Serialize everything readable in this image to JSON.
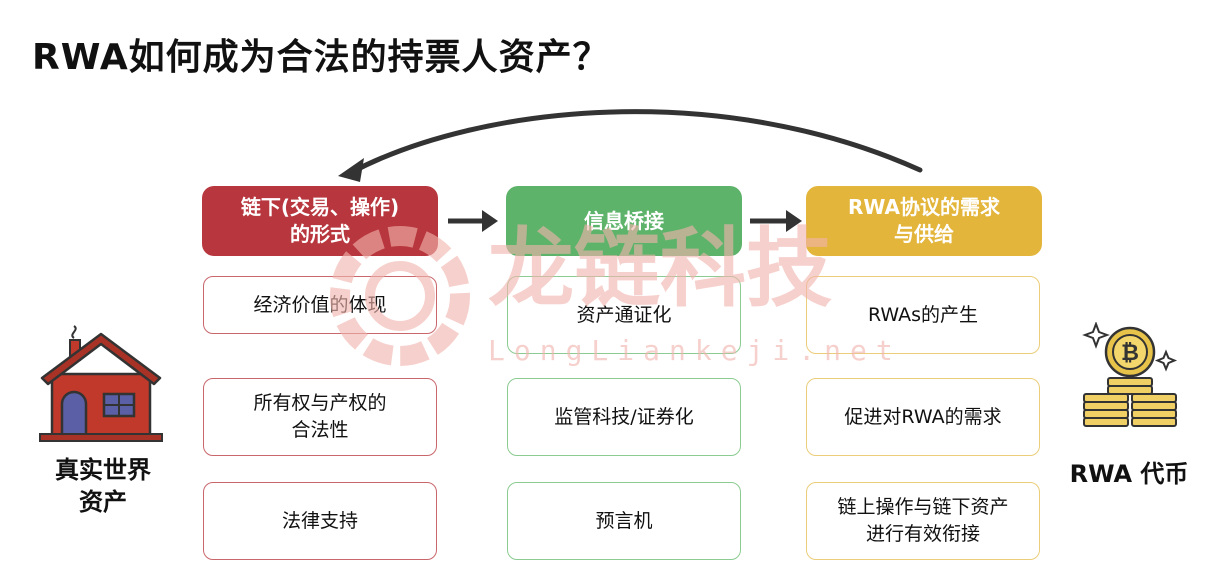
{
  "title": "RWA如何成为合法的持票人资产？",
  "left_label": "真实世界\n资产",
  "right_label": "RWA 代币",
  "columns": [
    {
      "header": "链下(交易、操作)\n的形式",
      "items": [
        "经济价值的体现",
        "所有权与产权的\n合法性",
        "法律支持"
      ]
    },
    {
      "header": "信息桥接",
      "items": [
        "资产通证化",
        "监管科技/证券化",
        "预言机"
      ]
    },
    {
      "header": "RWA协议的需求\n与供给",
      "items": [
        "RWAs的产生",
        "促进对RWA的需求",
        "链上操作与链下资产\n进行有效衔接"
      ]
    }
  ],
  "watermark": {
    "brand": "龙链科技",
    "url": "LongLiankeji.net"
  },
  "colors": {
    "header_red": "#b8363d",
    "header_green": "#5db36a",
    "header_yellow": "#e3b53b",
    "watermark": "#f2b4ad"
  },
  "icons": [
    "house-icon",
    "coin-stack-icon",
    "arrow-right-icon",
    "curved-arrow-icon"
  ]
}
